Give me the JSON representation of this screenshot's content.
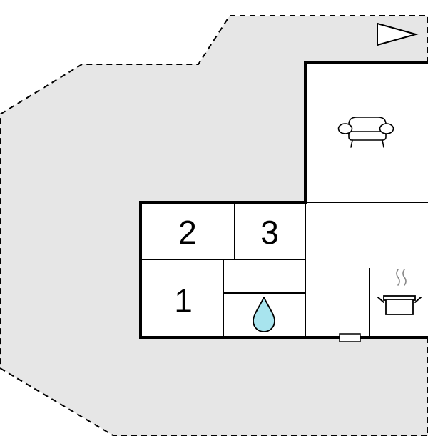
{
  "rooms": {
    "bedroom_1": {
      "label": "1"
    },
    "bedroom_2": {
      "label": "2"
    },
    "bedroom_3": {
      "label": "3"
    }
  },
  "icons": {
    "north_arrow": "north-arrow-icon",
    "living_room": "sofa-icon",
    "kitchen": "cooking-pot-icon",
    "bathroom": "water-drop-icon",
    "entrance": "door-icon"
  },
  "colors": {
    "plot_fill": "#e6e6e6",
    "plot_border": "#000000",
    "wall": "#000000",
    "room_fill": "#ffffff",
    "water": "#a8e4ee",
    "steam": "#888888"
  }
}
